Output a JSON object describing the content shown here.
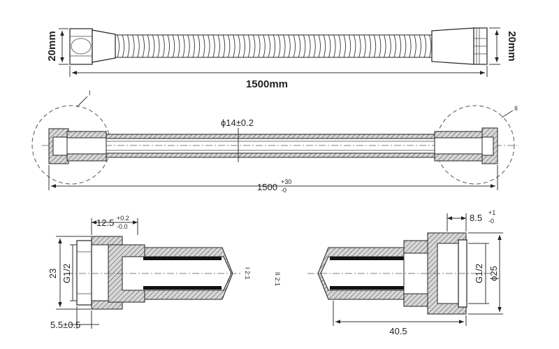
{
  "top_view": {
    "height_left": "20mm",
    "height_right": "20mm",
    "length": "1500mm"
  },
  "section_view": {
    "diameter": "ϕ14±0.2",
    "length_base": "1500",
    "length_tol_upper": "+30",
    "length_tol_lower": "-0",
    "detail_left": "I",
    "detail_right": "II"
  },
  "detail_left": {
    "nut_length_base": "12.5",
    "nut_length_tol_upper": "+0.2",
    "nut_length_tol_lower": "-0.0",
    "height": "23",
    "thread": "G1/2",
    "flange": "5.5±0.5",
    "scale": "I 2:1"
  },
  "detail_right": {
    "cone_length_base": "8.5",
    "cone_length_tol_upper": "+1",
    "cone_length_tol_lower": "-0",
    "thread": "G1/2",
    "diameter": "ϕ25",
    "length": "40.5",
    "scale": "II 2:1"
  },
  "colors": {
    "line": "#222222",
    "background": "#ffffff"
  }
}
